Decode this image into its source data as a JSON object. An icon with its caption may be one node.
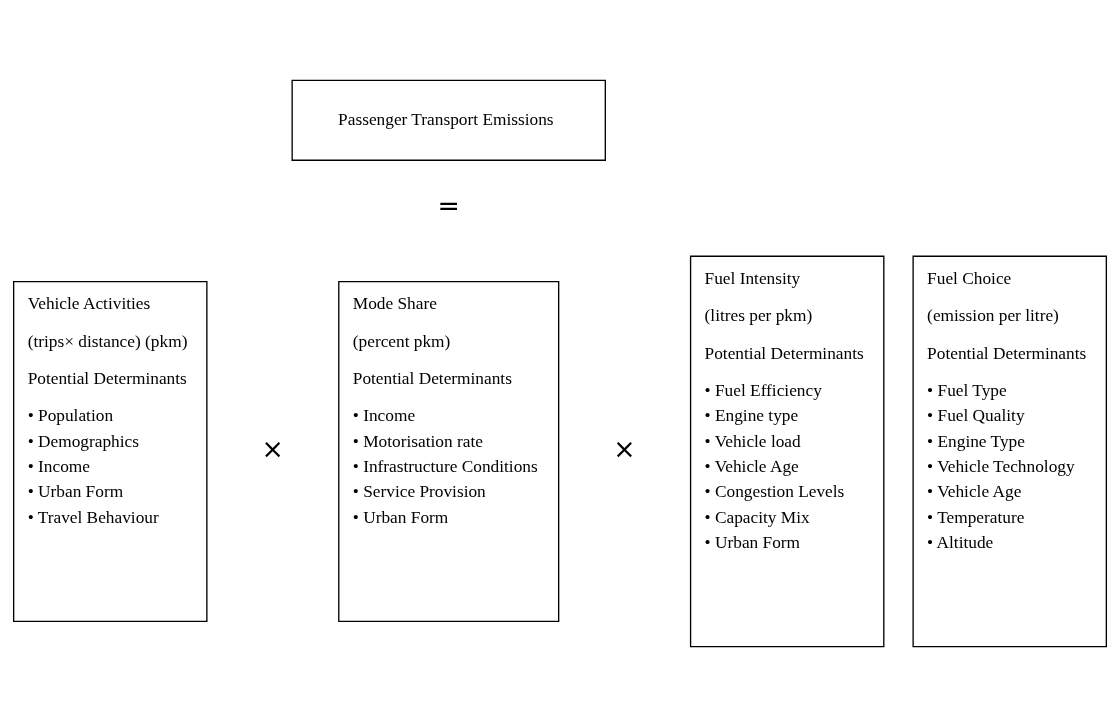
{
  "diagram": {
    "nodes": [
      {
        "text": [
          "Passenger Transport Emissions"
        ]
      },
      {
        "text": [
          "Vehicle Activities",
          "(trips× distance) (pkm)",
          "Potential Determinants",
          "• Population",
          "• Demographics",
          "• Income",
          "• Urban Form",
          "• Travel Behaviour"
        ]
      },
      {
        "text": [
          "Mode Share",
          "(percent pkm)",
          "Potential Determinants",
          "• Income",
          "• Motorisation rate",
          "• Infrastructure Conditions",
          "• Service Provision",
          "• Urban Form"
        ]
      },
      {
        "text": [
          "Fuel Intensity",
          "(litres per pkm)",
          "Potential Determinants",
          "• Fuel Efficiency",
          "• Engine type",
          "• Vehicle load",
          "• Vehicle Age",
          "• Congestion Levels",
          "• Capacity Mix",
          "• Urban Form"
        ]
      },
      {
        "text": [
          "Fuel Choice",
          "(emission per litre)",
          "Potential Determinants",
          "• Fuel Type",
          "• Fuel Quality",
          "• Engine Type",
          "• Vehicle Technology",
          "• Vehicle Age",
          "• Temperature",
          "• Altitude"
        ]
      }
    ],
    "labels": [
      "=",
      "×",
      "×"
    ]
  }
}
